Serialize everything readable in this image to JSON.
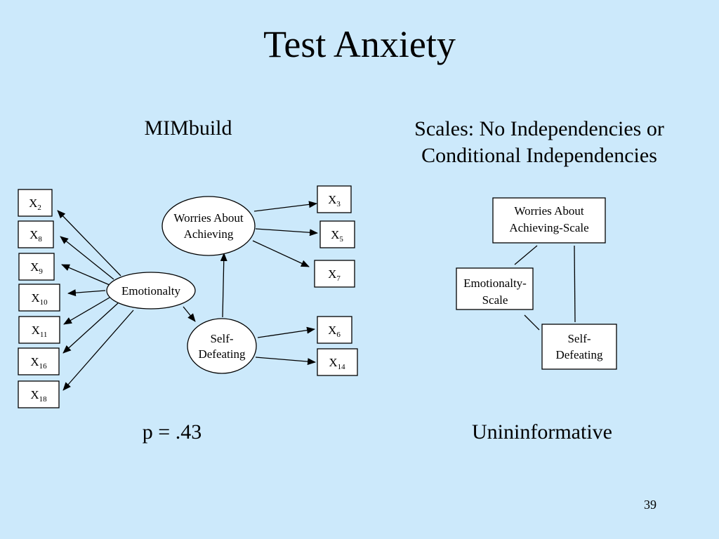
{
  "slide": {
    "title": "Test Anxiety",
    "left_heading": "MIMbuild",
    "right_heading_line1": "Scales: No Independencies or",
    "right_heading_line2": "Conditional Independencies",
    "left_caption": "p = .43",
    "right_caption": "Unininformative",
    "slide_number": "39"
  },
  "mimbuild": {
    "latents": {
      "emotionality": "Emotionalty",
      "worries_line1": "Worries About",
      "worries_line2": "Achieving",
      "selfdef_line1": "Self-",
      "selfdef_line2": "Defeating"
    },
    "indicators": {
      "x2": {
        "base": "X",
        "sub": "2"
      },
      "x8": {
        "base": "X",
        "sub": "8"
      },
      "x9": {
        "base": "X",
        "sub": "9"
      },
      "x10": {
        "base": "X",
        "sub": "10"
      },
      "x11": {
        "base": "X",
        "sub": "11"
      },
      "x16": {
        "base": "X",
        "sub": "16"
      },
      "x18": {
        "base": "X",
        "sub": "18"
      },
      "x3": {
        "base": "X",
        "sub": "3"
      },
      "x5": {
        "base": "X",
        "sub": "5"
      },
      "x7": {
        "base": "X",
        "sub": "7"
      },
      "x6": {
        "base": "X",
        "sub": "6"
      },
      "x14": {
        "base": "X",
        "sub": "14"
      }
    }
  },
  "scales": {
    "worries_line1": "Worries About",
    "worries_line2": "Achieving-Scale",
    "emotionality_line1": "Emotionalty-",
    "emotionality_line2": "Scale",
    "selfdef_line1": "Self-",
    "selfdef_line2": "Defeating"
  },
  "colors": {
    "background": "#cce9fb",
    "box_fill": "#ffffff",
    "stroke": "#000000"
  }
}
